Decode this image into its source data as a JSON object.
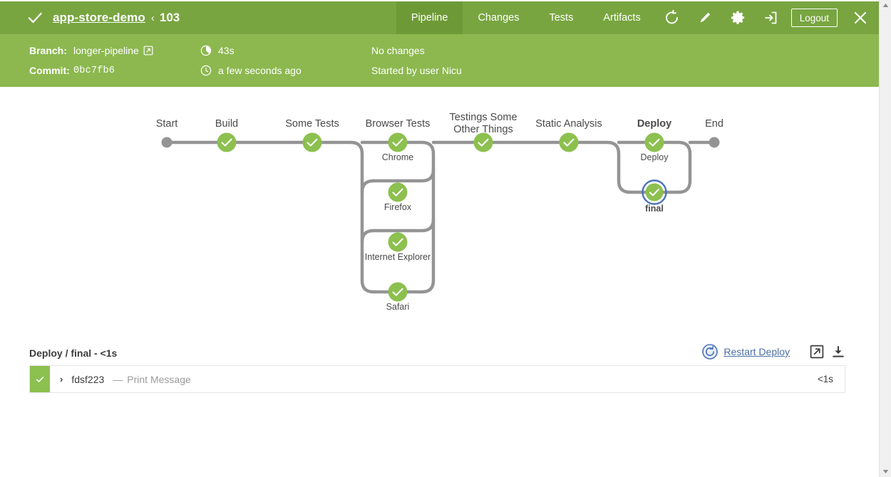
{
  "header": {
    "status_icon": "check-icon",
    "project": "app-store-demo",
    "separator": "‹",
    "run_number": "103",
    "tabs": [
      {
        "label": "Pipeline",
        "active": true
      },
      {
        "label": "Changes",
        "active": false
      },
      {
        "label": "Tests",
        "active": false
      },
      {
        "label": "Artifacts",
        "active": false
      }
    ],
    "actions": [
      {
        "name": "rerun-icon",
        "title": "Rerun"
      },
      {
        "name": "edit-pencil-icon",
        "title": "Edit"
      },
      {
        "name": "gear-icon",
        "title": "Settings"
      },
      {
        "name": "login-arrow-icon",
        "title": "Sign in"
      }
    ],
    "logout_label": "Logout",
    "close_icon": "close-icon",
    "bg_color": "#78a540",
    "active_tab_color": "#6d9a36"
  },
  "subheader": {
    "bg_color": "#8cb84f",
    "branch_label": "Branch:",
    "branch_value": "longer-pipeline",
    "branch_external_icon": "external-link-icon",
    "commit_label": "Commit:",
    "commit_value": "0bc7fb6",
    "duration_icon": "duration-pie-icon",
    "duration_value": "43s",
    "time_icon": "clock-icon",
    "time_value": "a few seconds ago",
    "changes_text": "No changes",
    "started_by_text": "Started by user Nicu"
  },
  "graph": {
    "node_green": "#8cc04f",
    "node_gray": "#949494",
    "edge_color": "#949494",
    "selection_ring": "#4a72b8",
    "stages": [
      {
        "label": "Start",
        "bold": false,
        "type": "terminal"
      },
      {
        "label": "Build",
        "bold": false,
        "type": "stage"
      },
      {
        "label": "Some Tests",
        "bold": false,
        "type": "stage"
      },
      {
        "label": "Browser Tests",
        "bold": false,
        "type": "parallel"
      },
      {
        "label": "Testings Some\nOther Things",
        "bold": false,
        "type": "stage"
      },
      {
        "label": "Static Analysis",
        "bold": false,
        "type": "stage"
      },
      {
        "label": "Deploy",
        "bold": true,
        "type": "parallel"
      },
      {
        "label": "End",
        "bold": false,
        "type": "terminal"
      }
    ],
    "browser_nodes": [
      "Chrome",
      "Firefox",
      "Internet Explorer",
      "Safari"
    ],
    "deploy_nodes": [
      "Deploy",
      "final"
    ],
    "selected_node": "final"
  },
  "log": {
    "title": "Deploy / final - <1s",
    "restart_icon": "restart-circle-icon",
    "restart_label": "Restart Deploy",
    "open_external_icon": "open-external-icon",
    "download_icon": "download-icon",
    "rows": [
      {
        "status": "success",
        "caret": "›",
        "step": "fdsf223",
        "dash": "—",
        "message": "Print Message",
        "duration": "<1s"
      }
    ]
  },
  "scrollbar": {
    "up_arrow": "scroll-up-arrow",
    "down_arrow": "scroll-down-arrow"
  }
}
